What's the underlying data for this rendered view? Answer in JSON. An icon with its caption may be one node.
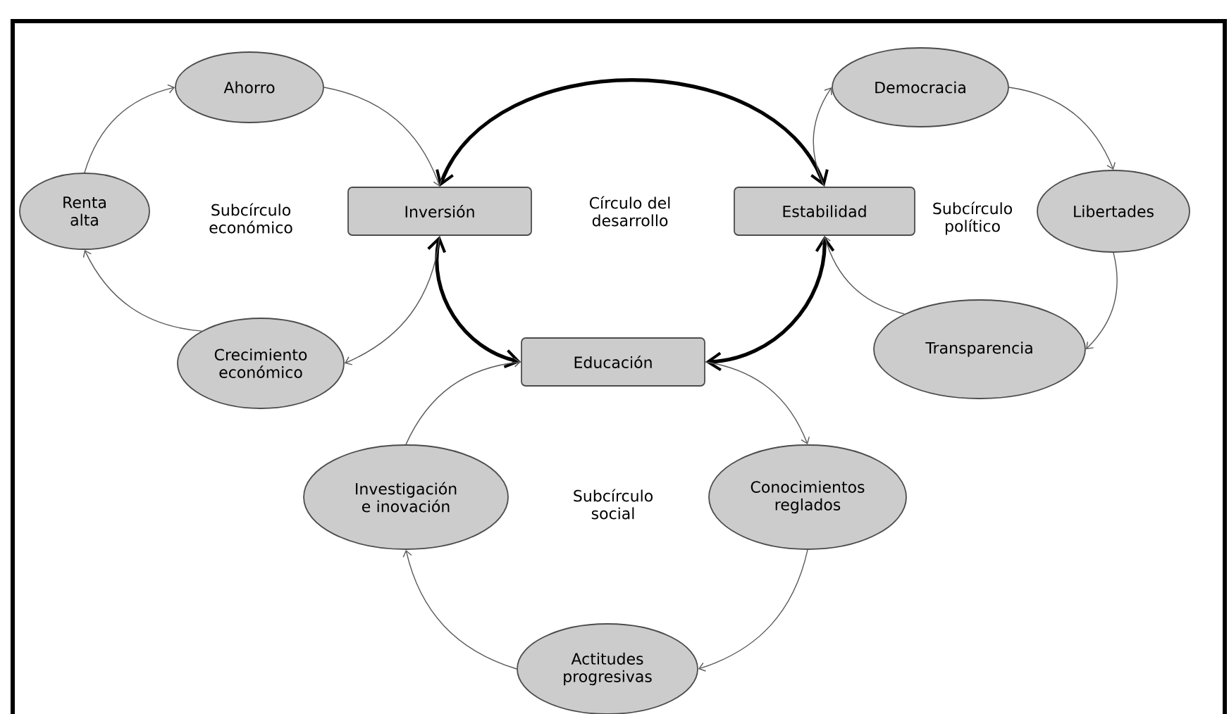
{
  "diagram": {
    "nodes": [
      {
        "text": [
          "Ahorro"
        ]
      },
      {
        "text": [
          "Democracia"
        ]
      },
      {
        "text": [
          "Renta alta"
        ]
      },
      {
        "text": [
          "Inversión"
        ]
      },
      {
        "text": [
          "Estabilidad"
        ]
      },
      {
        "text": [
          "Libertades"
        ]
      },
      {
        "text": [
          "Crecimiento económico"
        ]
      },
      {
        "text": [
          "Educación"
        ]
      },
      {
        "text": [
          "Transparencia"
        ]
      },
      {
        "text": [
          "Investigación e inovación"
        ]
      },
      {
        "text": [
          "Conocimientos reglados"
        ]
      },
      {
        "text": [
          "Actitudes progresivas"
        ]
      }
    ],
    "edges": [
      {
        "from": 3,
        "to": 4,
        "arrow": "both",
        "style": "thick"
      },
      {
        "from": 3,
        "to": 7,
        "arrow": "both",
        "style": "thick"
      },
      {
        "from": 7,
        "to": 4,
        "arrow": "both",
        "style": "thick"
      },
      {
        "from": 0,
        "to": 3,
        "arrow": "to"
      },
      {
        "from": 3,
        "to": 6,
        "arrow": "to"
      },
      {
        "from": 6,
        "to": 2,
        "arrow": "to"
      },
      {
        "from": 2,
        "to": 0,
        "arrow": "to"
      },
      {
        "from": 4,
        "to": 1,
        "arrow": "to"
      },
      {
        "from": 1,
        "to": 5,
        "arrow": "to"
      },
      {
        "from": 5,
        "to": 8,
        "arrow": "to"
      },
      {
        "from": 8,
        "to": 4,
        "arrow": "to"
      },
      {
        "from": 7,
        "to": 10,
        "arrow": "to"
      },
      {
        "from": 10,
        "to": 11,
        "arrow": "to"
      },
      {
        "from": 11,
        "to": 9,
        "arrow": "to"
      },
      {
        "from": 9,
        "to": 7,
        "arrow": "to"
      }
    ],
    "labels": [
      "Subcírculo económico",
      "Círculo del desarrollo",
      "Subcírculo político",
      "Subcírculo social"
    ]
  }
}
